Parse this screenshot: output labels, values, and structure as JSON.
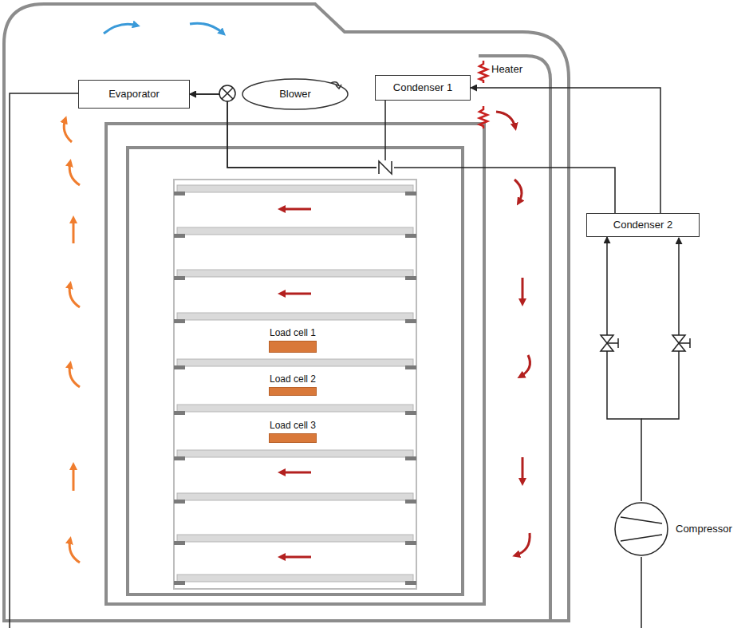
{
  "diagram": {
    "nodes": [
      {
        "text": [
          "Evaporator"
        ]
      },
      {
        "text": [
          "Blower"
        ]
      },
      {
        "text": [
          "Condenser 1"
        ]
      },
      {
        "text": [
          "Condenser 2"
        ]
      },
      {
        "text": [
          "Load cell 1"
        ]
      },
      {
        "text": [
          "Load cell 2"
        ]
      },
      {
        "text": [
          "Load cell 3"
        ]
      },
      {
        "text": [
          "Compressor"
        ]
      }
    ],
    "edges": [
      {
        "from": 7,
        "to": 3,
        "arrow": "to"
      },
      {
        "from": 3,
        "to": 2,
        "arrow": "to"
      },
      {
        "from": 2,
        "to": 0,
        "arrow": "to"
      },
      {
        "from": 3,
        "to": 0,
        "arrow": "to"
      }
    ],
    "labels": [
      "Heater"
    ]
  }
}
